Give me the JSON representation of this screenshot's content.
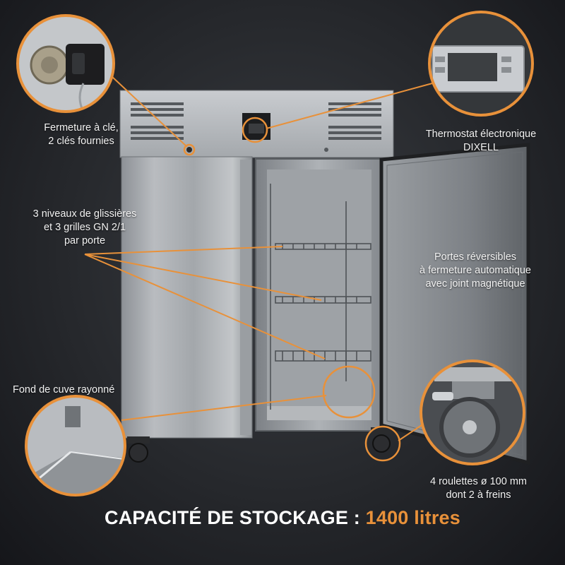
{
  "colors": {
    "accent": "#e8913a",
    "background": "#222428",
    "text": "#ffffff"
  },
  "callouts": {
    "lock": {
      "lines": [
        "Fermeture à clé,",
        "2 clés fournies"
      ]
    },
    "thermostat": {
      "lines": [
        "Thermostat électronique",
        "DIXELL"
      ]
    },
    "shelves": {
      "lines": [
        "3 niveaux de glissières",
        "et 3 grilles GN 2/1",
        "par porte"
      ]
    },
    "doors": {
      "lines": [
        "Portes réversibles",
        "à fermeture automatique",
        "avec joint magnétique"
      ]
    },
    "bottom": {
      "lines": [
        "Fond de cuve rayonné"
      ]
    },
    "wheels": {
      "lines": [
        "4 roulettes ø 100 mm",
        "dont 2 à freins"
      ]
    }
  },
  "capacity": {
    "label": "CAPACITÉ DE STOCKAGE :",
    "value": "1400 litres"
  }
}
